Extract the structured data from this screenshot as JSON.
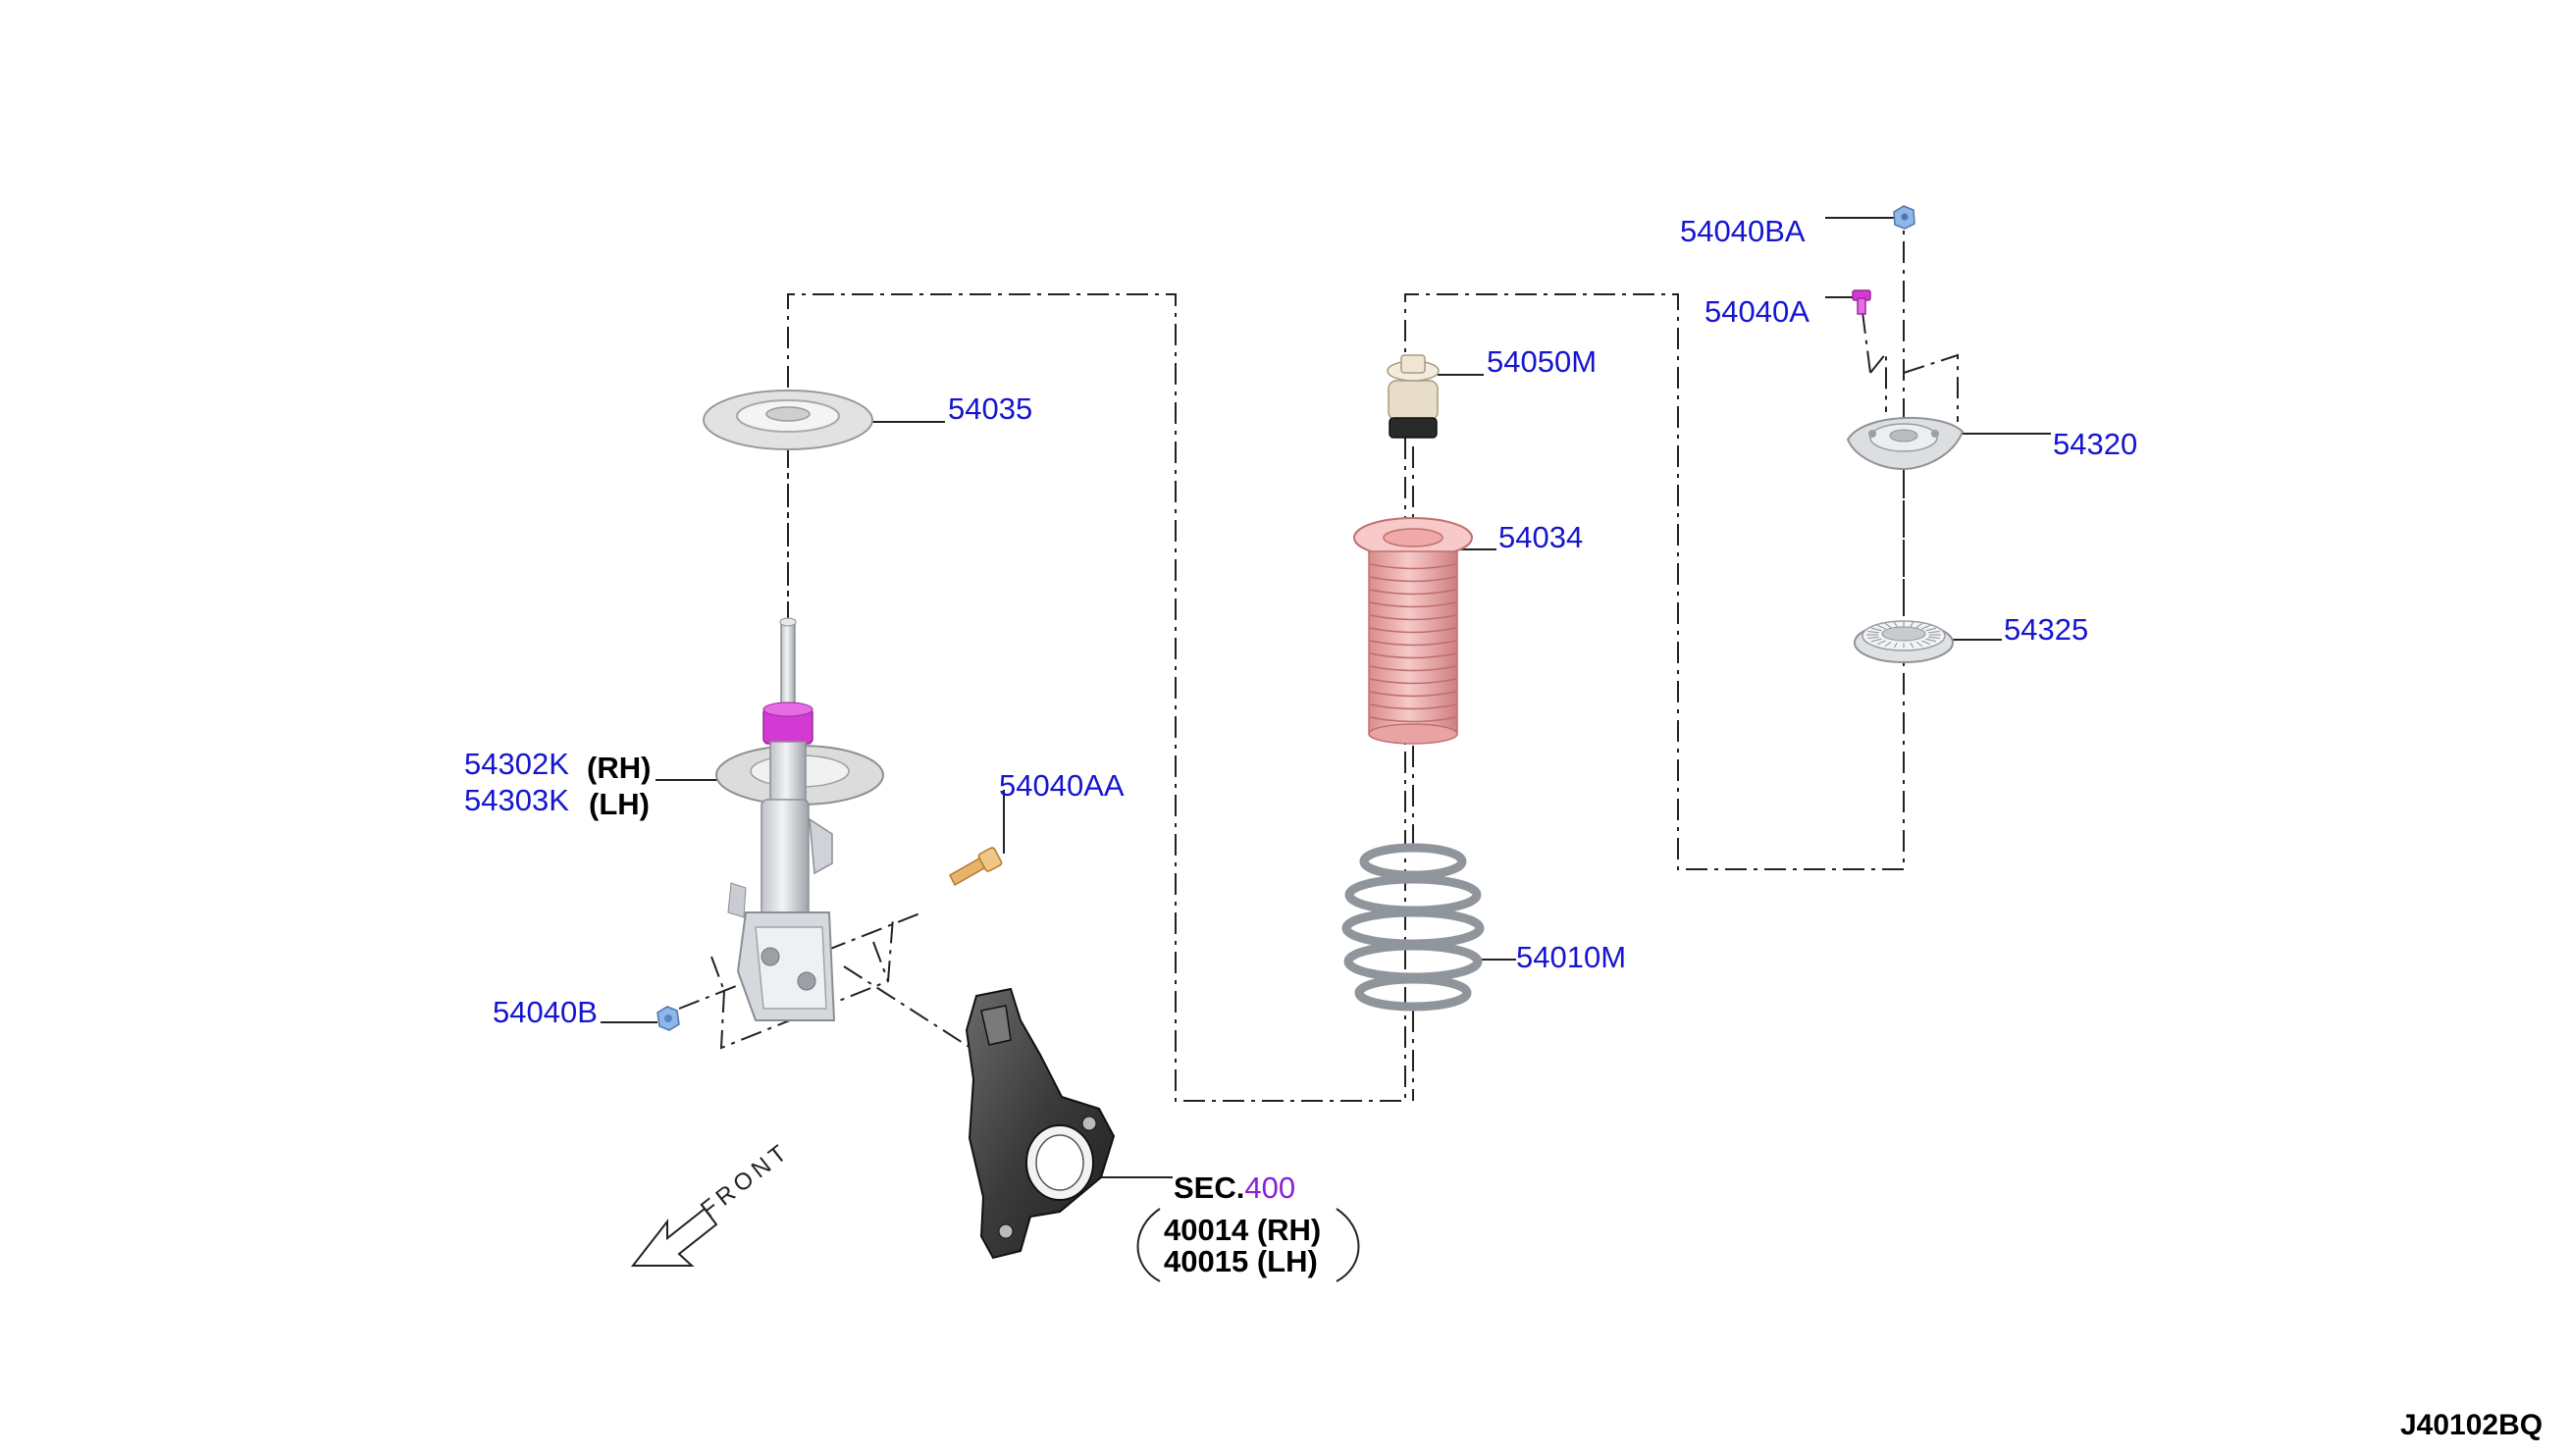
{
  "callouts": {
    "c54040BA": "54040BA",
    "c54040A": "54040A",
    "c54050M": "54050M",
    "c54035": "54035",
    "c54320": "54320",
    "c54034": "54034",
    "c54325": "54325",
    "c54302K": "54302K",
    "c54303K": "54303K",
    "c54040AA": "54040AA",
    "c54010M": "54010M",
    "c54040B": "54040B",
    "rh": "(RH)",
    "lh": "(LH)"
  },
  "section": {
    "prefix": "SEC.",
    "number": "400",
    "rh_part": "40014 (RH)",
    "lh_part": "40015 (LH)"
  },
  "direction": "FRONT",
  "diagram_code": "J40102BQ",
  "colors": {
    "callout": "#1515d0",
    "section_number": "#8a1fd6",
    "spring_seat": "#d9d9d9",
    "bump_stop": "#e7ddc8",
    "dust_boot": "#f2b6b6",
    "strut_collar": "#d33ad3",
    "nut": "#8fb6e8",
    "bolt": "#e7b46a",
    "knuckle": "#3b3b3b"
  }
}
